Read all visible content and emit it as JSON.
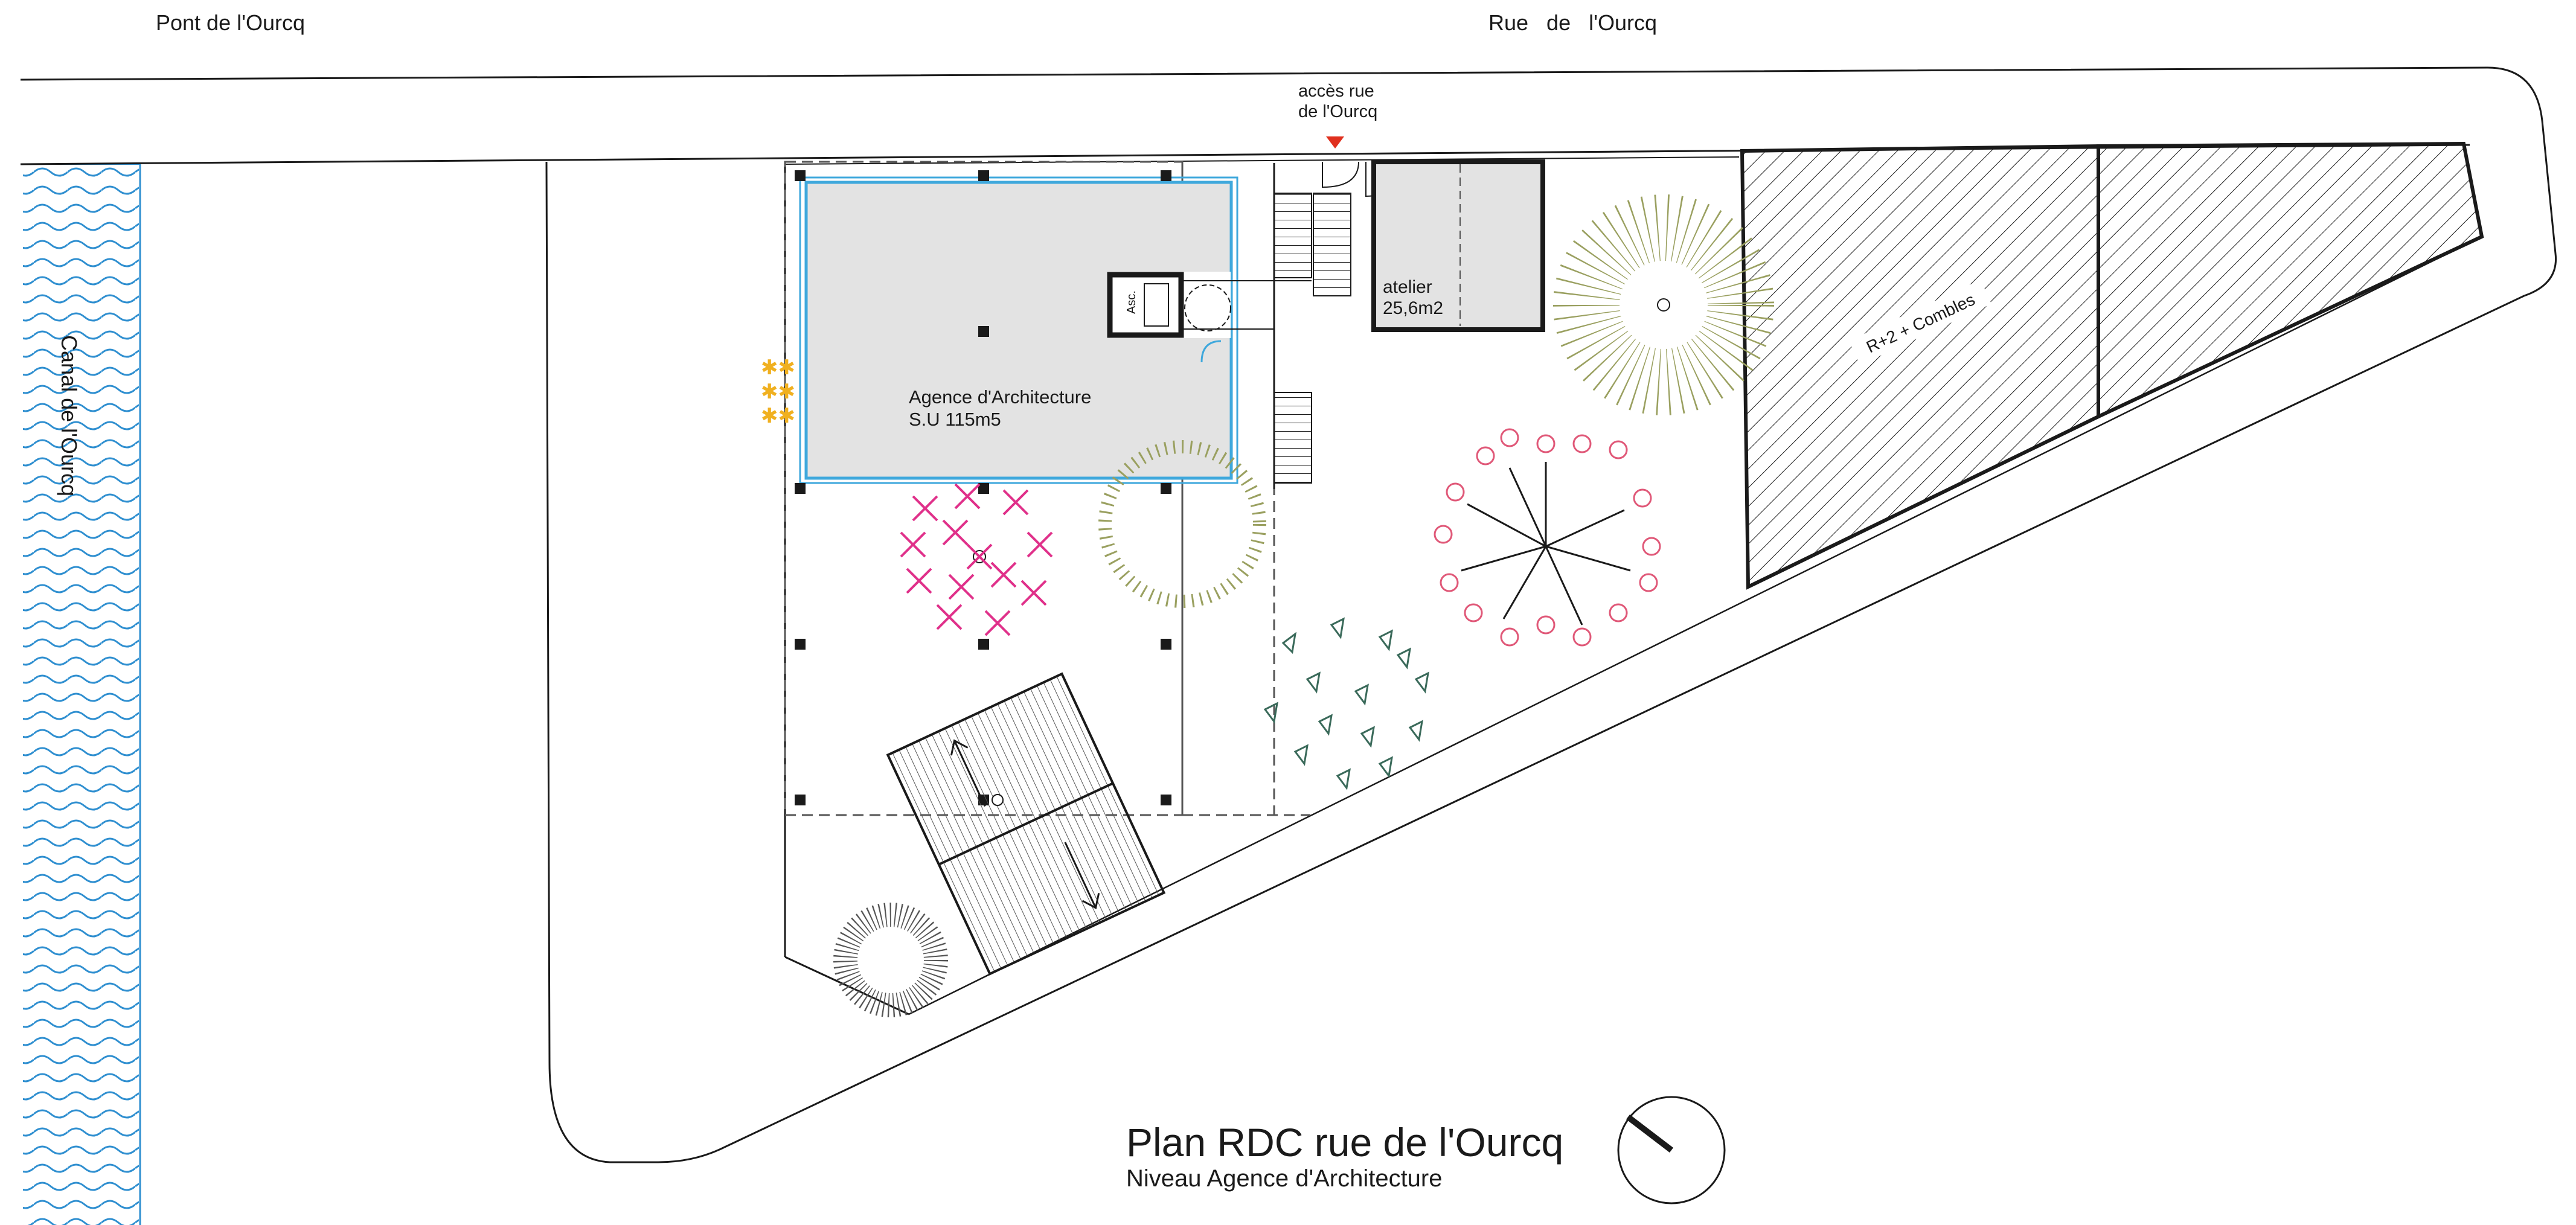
{
  "labels": {
    "pont": "Pont de l'Ourcq",
    "rue": "Rue   de   l'Ourcq",
    "canal": "Canal de l'Ourcq",
    "acces_line1": "accès rue",
    "acces_line2": "de l'Ourcq",
    "atelier_name": "atelier",
    "atelier_area": "25,6m2",
    "agence_name": "Agence d'Architecture",
    "agence_area": "S.U  115m5",
    "asc": "Asc.",
    "neighbour": "R+2 + Combles",
    "title": "Plan RDC rue de l'Ourcq",
    "subtitle": "Niveau Agence d'Architecture"
  },
  "colors": {
    "ink": "#1a1a1a",
    "water": "#2f8fd0",
    "room_fill": "#e3e3e3",
    "wall_blue": "#3fa8dc",
    "access_marker": "#e0301e",
    "tree_pink": "#e0308a",
    "tree_olive": "#9aa060",
    "tree_star": "#f0b020",
    "tree_rose": "#e05878",
    "tree_green": "#3a6a5a"
  },
  "icons": [
    "north-arrow-icon",
    "access-marker-icon",
    "elevator-icon",
    "tree-icon",
    "water-hatch"
  ]
}
